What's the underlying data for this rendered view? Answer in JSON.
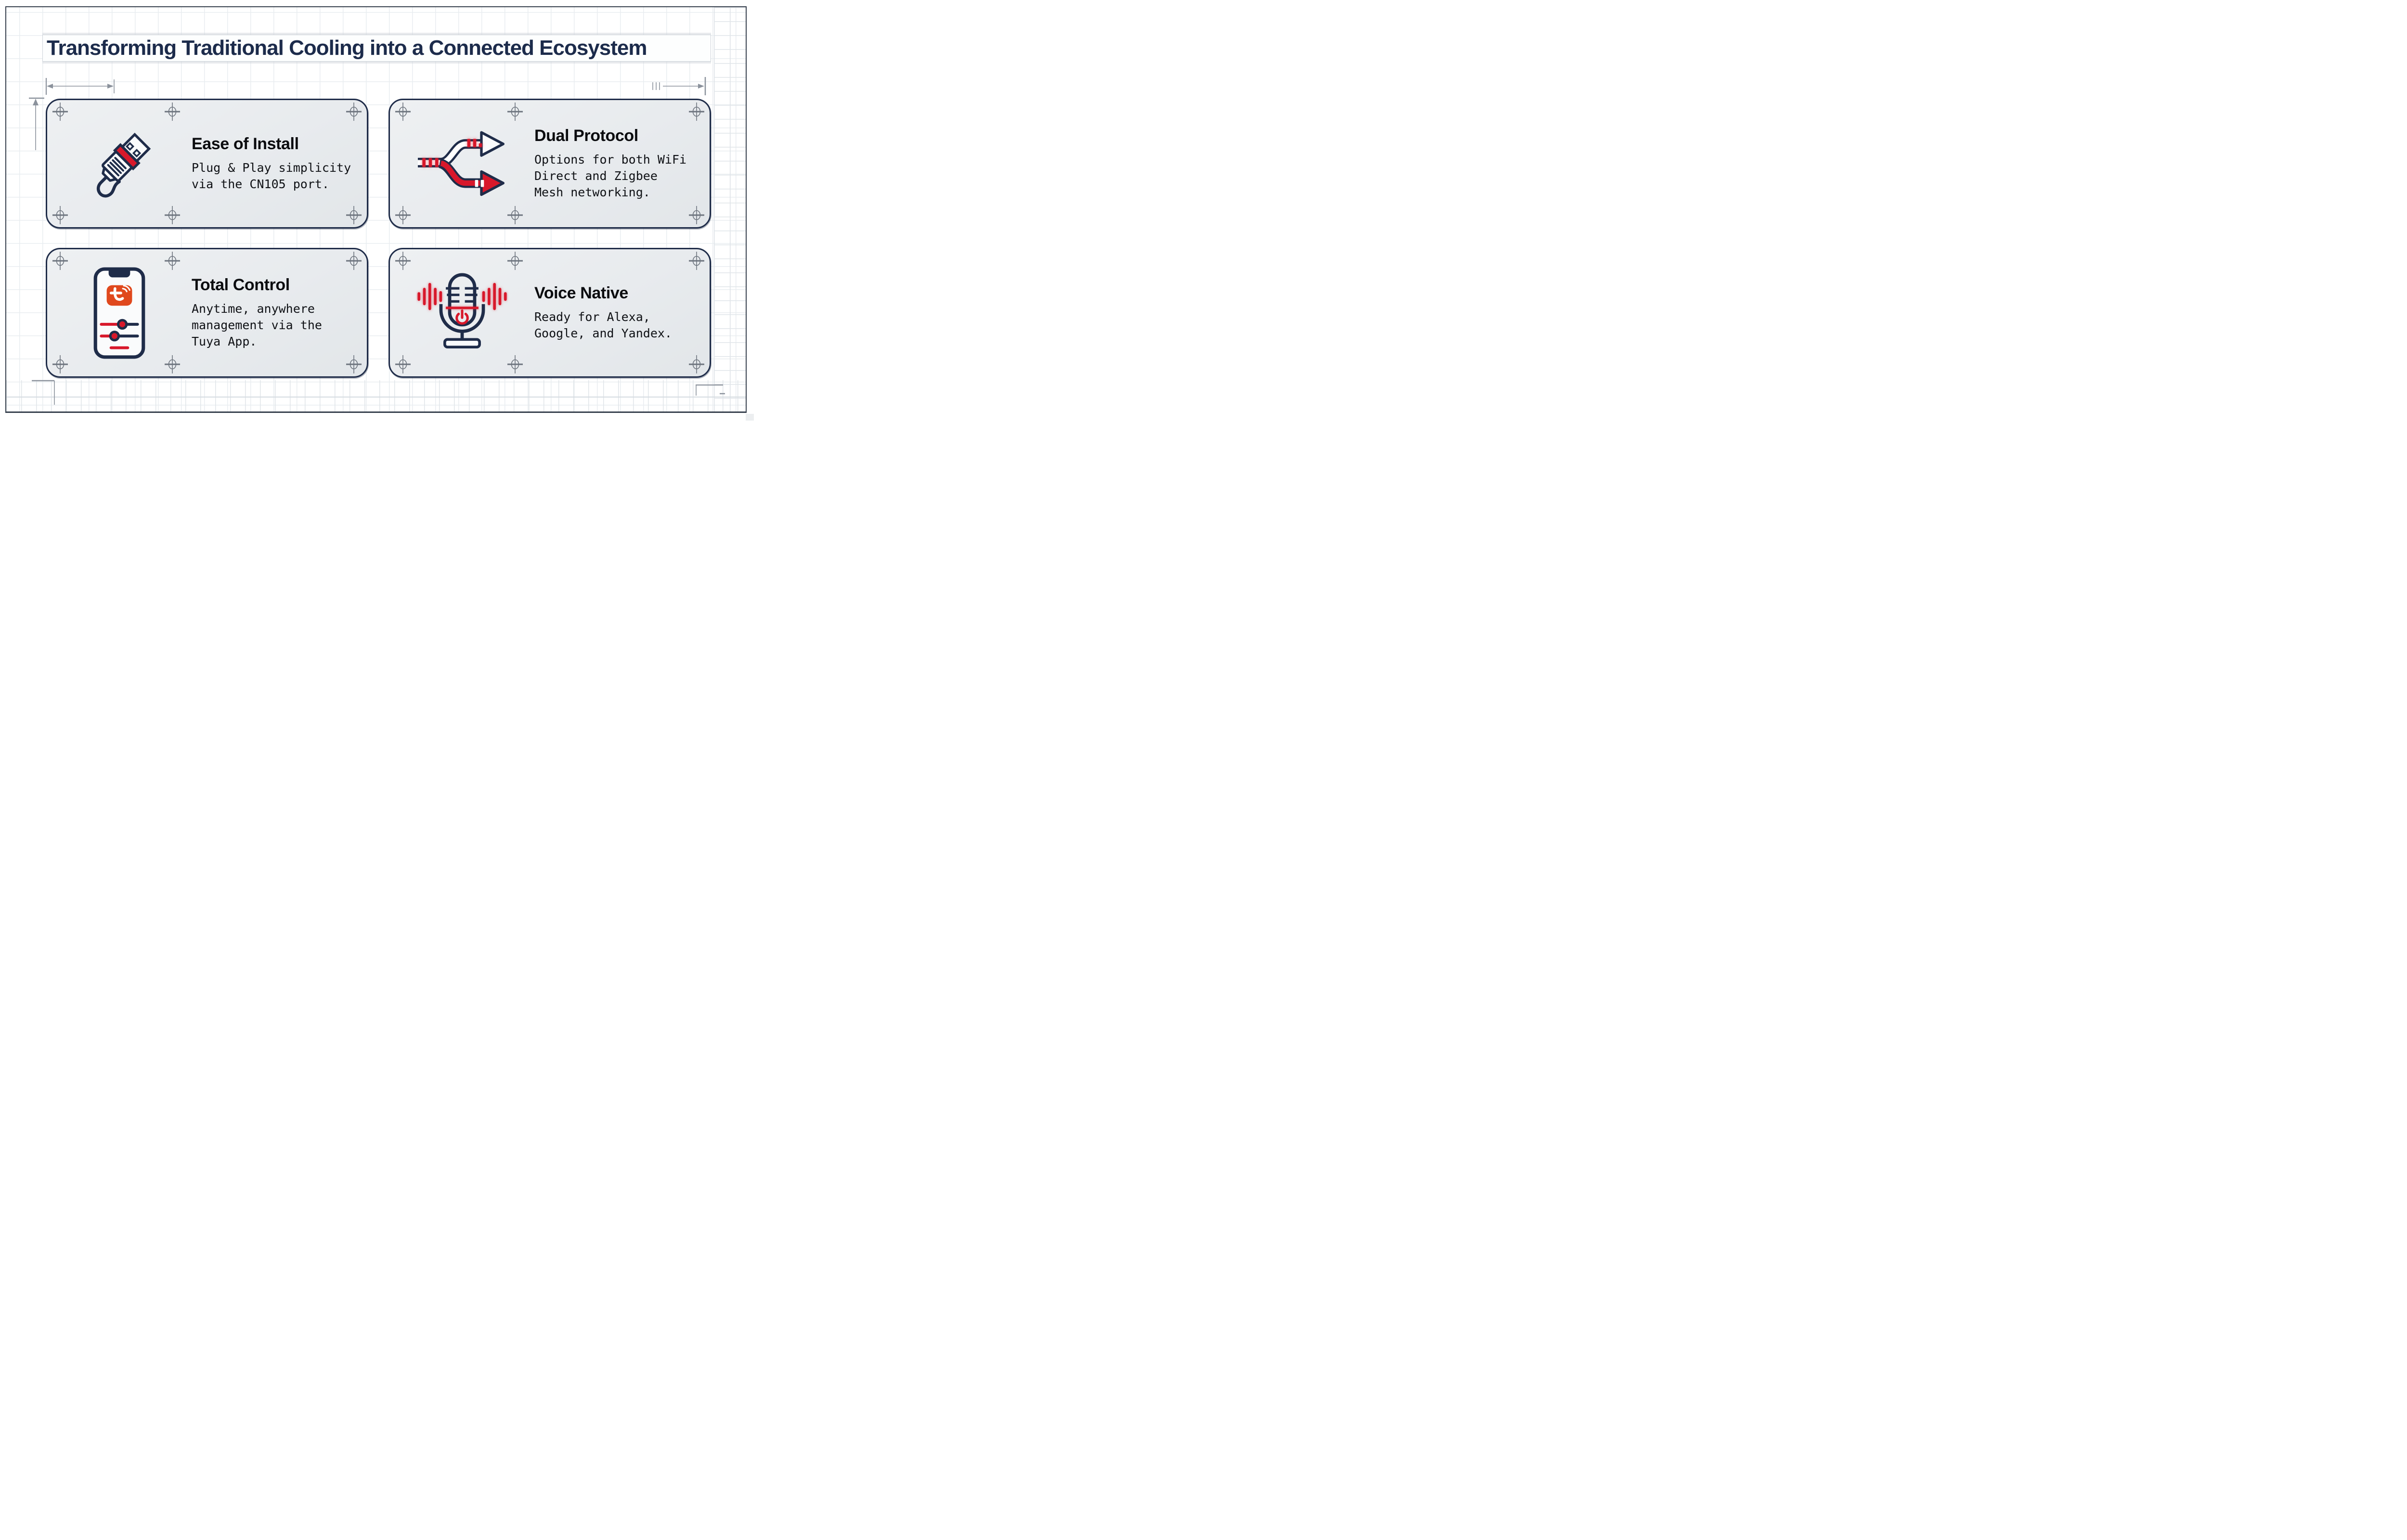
{
  "title": "Transforming Traditional Cooling into a Connected Ecosystem",
  "cards": [
    {
      "id": "ease-of-install",
      "heading": "Ease of Install",
      "body": "Plug & Play simplicity\nvia the CN105 port.",
      "icon": "usb-plug-icon"
    },
    {
      "id": "dual-protocol",
      "heading": "Dual Protocol",
      "body": "Options for both WiFi\nDirect and Zigbee\nMesh networking.",
      "icon": "split-arrows-icon"
    },
    {
      "id": "total-control",
      "heading": "Total Control",
      "body": "Anytime, anywhere\nmanagement via the\nTuya App.",
      "icon": "smartphone-tuya-app-icon"
    },
    {
      "id": "voice-native",
      "heading": "Voice Native",
      "body": "Ready for Alexa,\nGoogle, and Yandex.",
      "icon": "microphone-voice-icon"
    }
  ],
  "colors": {
    "navy": "#1f2c49",
    "red": "#d8182b",
    "tuya_orange": "#e0481d",
    "title_navy": "#1c2b4b",
    "card_bg": "#e8ebee"
  }
}
